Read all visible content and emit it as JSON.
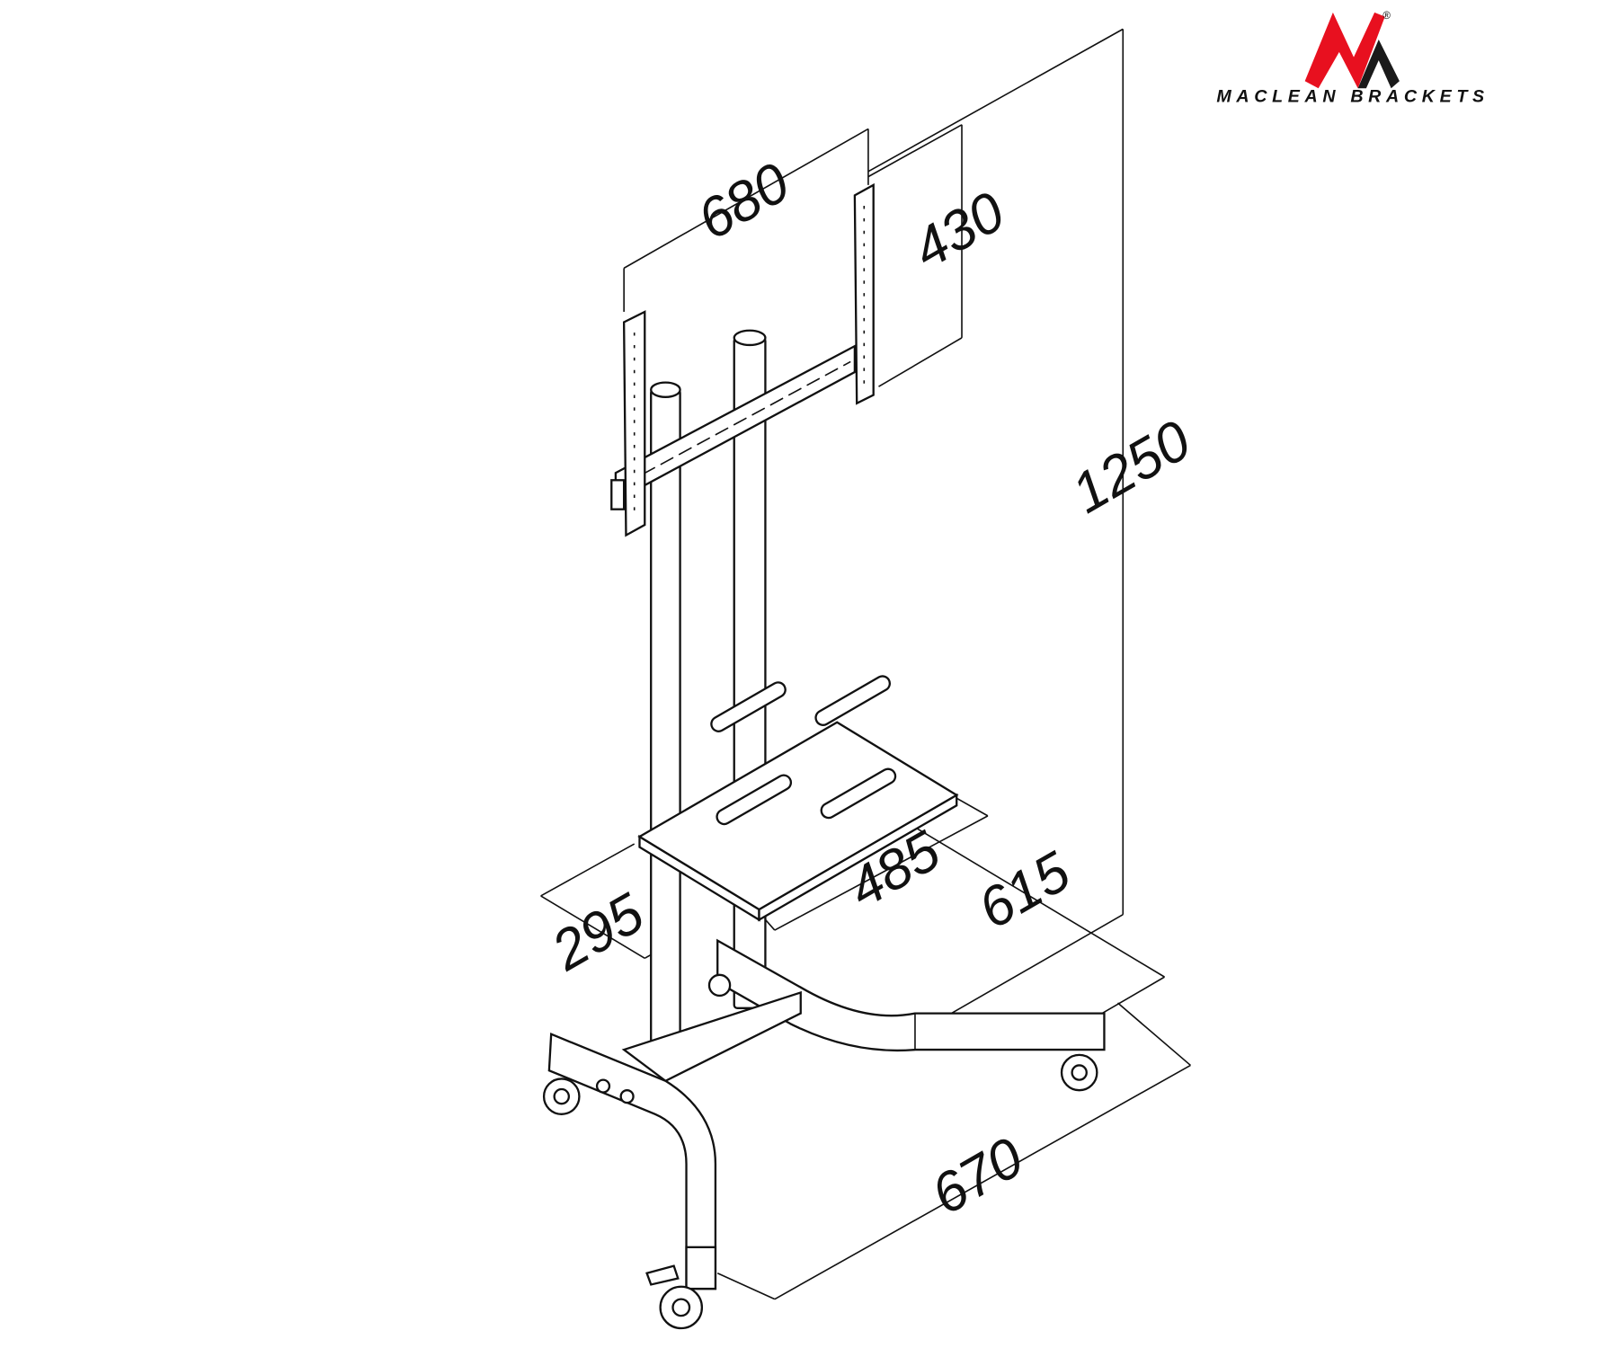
{
  "brand": {
    "name": "MACLEAN BRACKETS",
    "registered": "®",
    "colors": {
      "red": "#e8101f",
      "black": "#1a1a1a"
    }
  },
  "dimensions": {
    "bracket_width": "680",
    "bracket_height": "430",
    "total_height": "1250",
    "shelf_depth": "295",
    "shelf_width": "485",
    "base_depth": "615",
    "base_width": "670"
  }
}
